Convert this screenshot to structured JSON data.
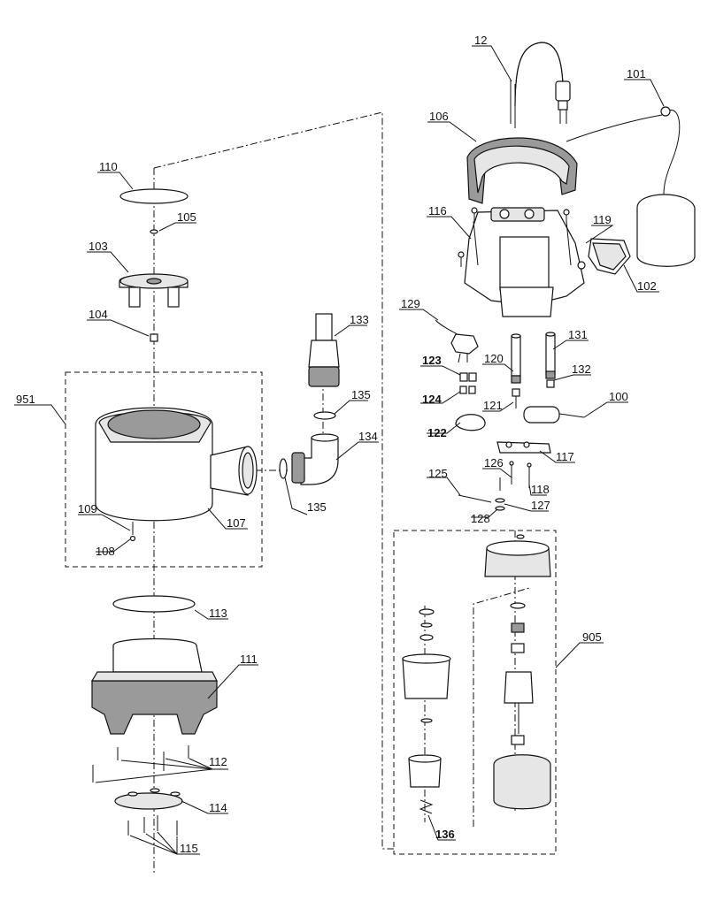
{
  "labels": {
    "l12": "12",
    "l101": "101",
    "l106": "106",
    "l116": "116",
    "l119": "119",
    "l102": "102",
    "l129": "129",
    "l133": "133",
    "l131": "131",
    "l120": "120",
    "l123": "123",
    "l132": "132",
    "l124": "124",
    "l121": "121",
    "l100": "100",
    "l122": "122",
    "l117": "117",
    "l135a": "135",
    "l134": "134",
    "l126": "126",
    "l125": "125",
    "l118": "118",
    "l127": "127",
    "l128": "128",
    "l135b": "135",
    "l110": "110",
    "l105": "105",
    "l103": "103",
    "l104": "104",
    "l951": "951",
    "l107": "107",
    "l109": "109",
    "l108": "108",
    "l113": "113",
    "l111": "111",
    "l905": "905",
    "l112": "112",
    "l114": "114",
    "l115": "115",
    "l136": "136"
  }
}
